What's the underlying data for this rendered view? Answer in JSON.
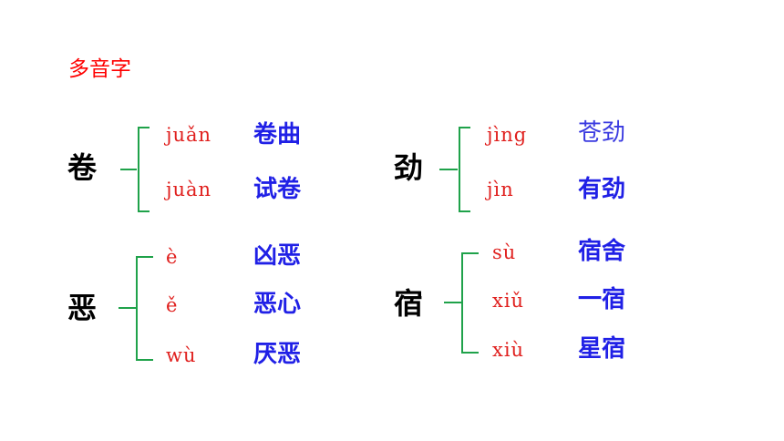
{
  "title": "多音字",
  "colors": {
    "title": "#ff0000",
    "pinyin": "#e0201e",
    "word": "#2020e6",
    "bracket": "#1fa24a"
  },
  "groups": [
    {
      "char": "卷",
      "readings": [
        {
          "pinyin": "juǎn",
          "word": "卷曲"
        },
        {
          "pinyin": "juàn",
          "word": "试卷"
        }
      ]
    },
    {
      "char": "劲",
      "readings": [
        {
          "pinyin": "jìng",
          "word": "苍劲"
        },
        {
          "pinyin": "jìn",
          "word": "有劲"
        }
      ]
    },
    {
      "char": "恶",
      "readings": [
        {
          "pinyin": "è",
          "word": "凶恶"
        },
        {
          "pinyin": "ě",
          "word": "恶心"
        },
        {
          "pinyin": "wù",
          "word": "厌恶"
        }
      ]
    },
    {
      "char": "宿",
      "readings": [
        {
          "pinyin": "sù",
          "word": "宿舍"
        },
        {
          "pinyin": "xiǔ",
          "word": "一宿"
        },
        {
          "pinyin": "xiù",
          "word": "星宿"
        }
      ]
    }
  ]
}
